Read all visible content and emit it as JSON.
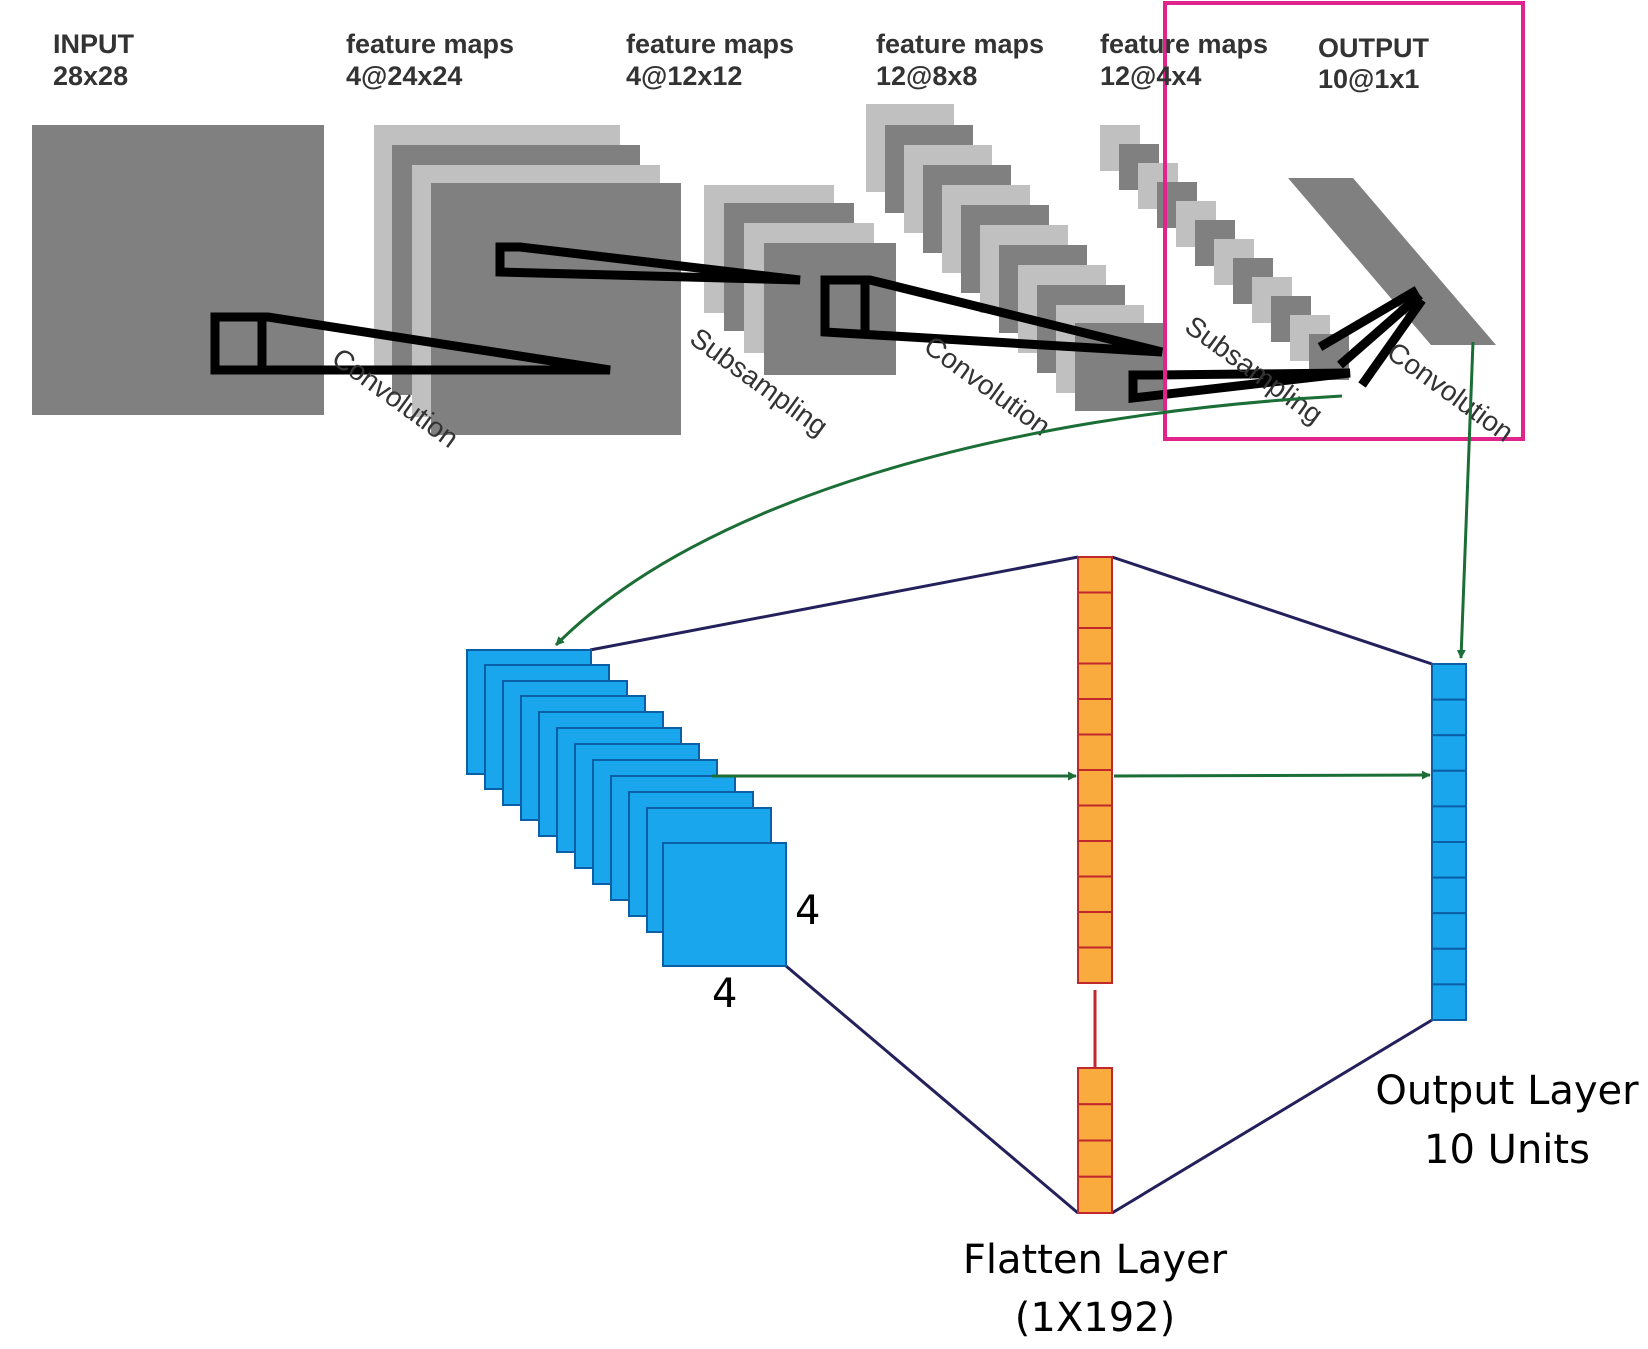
{
  "top_labels": [
    {
      "line1": "INPUT",
      "line2": "28x28"
    },
    {
      "line1": "feature maps",
      "line2": "4@24x24"
    },
    {
      "line1": "feature maps",
      "line2": "4@12x12"
    },
    {
      "line1": "feature maps",
      "line2": "12@8x8"
    },
    {
      "line1": "feature maps",
      "line2": "12@4x4"
    },
    {
      "line1": "OUTPUT",
      "line2": "10@1x1"
    }
  ],
  "operations": [
    "Convolution",
    "Subsampling",
    "Convolution",
    "Subsampling",
    "Convolution"
  ],
  "feature_map_dims": {
    "height": "4",
    "width": "4"
  },
  "flatten_layer": {
    "line1": "Flatten Layer",
    "line2": "(1X192)"
  },
  "output_layer": {
    "line1": "Output Layer",
    "line2": "10 Units"
  },
  "colors": {
    "map_gray_dark": "#808080",
    "map_gray_light": "#c0c0c0",
    "highlight_box": "#e0248c",
    "arrow_green": "#1b6e35",
    "connector_navy": "#23205c",
    "blue_cell": "#1aa6ec",
    "blue_border": "#0b5fa6",
    "orange_cell": "#f9ac3d",
    "red_border": "#c0282e"
  }
}
